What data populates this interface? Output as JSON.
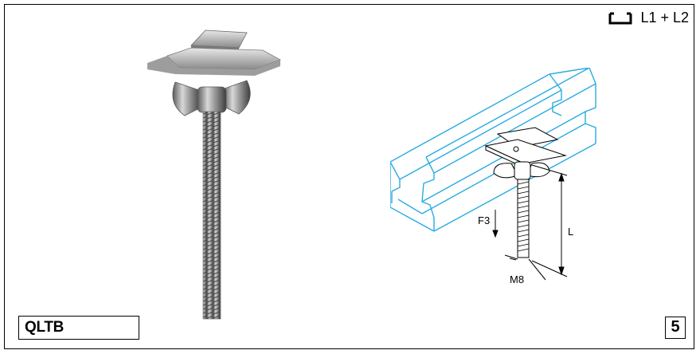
{
  "header": {
    "channel_icon": "channel-profile-icon",
    "channel_label": "L1 + L2"
  },
  "product": {
    "code": "QLTB",
    "page_number": "5"
  },
  "drawing": {
    "force_label": "F3",
    "length_label": "L",
    "thread_label": "M8",
    "channel_color": "#29abe2"
  }
}
